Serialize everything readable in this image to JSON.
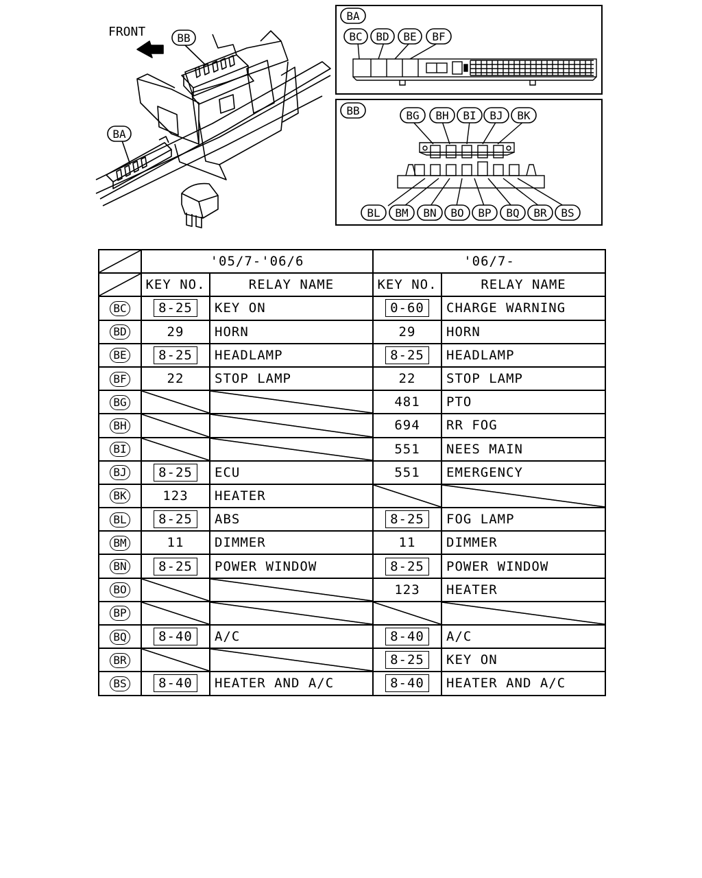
{
  "diagram": {
    "front_label": "FRONT",
    "overview_labels": {
      "bb": "BB",
      "ba": "BA"
    },
    "panel_ba": {
      "title": "BA",
      "labels": [
        "BC",
        "BD",
        "BE",
        "BF"
      ]
    },
    "panel_bb": {
      "title": "BB",
      "top_labels": [
        "BG",
        "BH",
        "BI",
        "BJ",
        "BK"
      ],
      "bottom_labels": [
        "BL",
        "BM",
        "BN",
        "BO",
        "BP",
        "BQ",
        "BR",
        "BS"
      ]
    }
  },
  "table": {
    "period_1": "'05/7-'06/6",
    "period_2": "'06/7-",
    "col_key": "KEY NO.",
    "col_relay": "RELAY NAME",
    "rows": [
      {
        "code": "BC",
        "key1": "8-25",
        "key1_boxed": true,
        "name1": "KEY ON",
        "key2": "0-60",
        "key2_boxed": true,
        "name2": "CHARGE WARNING"
      },
      {
        "code": "BD",
        "key1": "29",
        "key1_boxed": false,
        "name1": "HORN",
        "key2": "29",
        "key2_boxed": false,
        "name2": "HORN"
      },
      {
        "code": "BE",
        "key1": "8-25",
        "key1_boxed": true,
        "name1": "HEADLAMP",
        "key2": "8-25",
        "key2_boxed": true,
        "name2": "HEADLAMP"
      },
      {
        "code": "BF",
        "key1": "22",
        "key1_boxed": false,
        "name1": "STOP LAMP",
        "key2": "22",
        "key2_boxed": false,
        "name2": "STOP LAMP"
      },
      {
        "code": "BG",
        "key1": "",
        "key1_boxed": false,
        "name1": "",
        "key2": "481",
        "key2_boxed": false,
        "name2": "PTO"
      },
      {
        "code": "BH",
        "key1": "",
        "key1_boxed": false,
        "name1": "",
        "key2": "694",
        "key2_boxed": false,
        "name2": "RR FOG"
      },
      {
        "code": "BI",
        "key1": "",
        "key1_boxed": false,
        "name1": "",
        "key2": "551",
        "key2_boxed": false,
        "name2": "NEES MAIN"
      },
      {
        "code": "BJ",
        "key1": "8-25",
        "key1_boxed": true,
        "name1": "ECU",
        "key2": "551",
        "key2_boxed": false,
        "name2": "EMERGENCY"
      },
      {
        "code": "BK",
        "key1": "123",
        "key1_boxed": false,
        "name1": "HEATER",
        "key2": "",
        "key2_boxed": false,
        "name2": ""
      },
      {
        "code": "BL",
        "key1": "8-25",
        "key1_boxed": true,
        "name1": "ABS",
        "key2": "8-25",
        "key2_boxed": true,
        "name2": "FOG LAMP"
      },
      {
        "code": "BM",
        "key1": "11",
        "key1_boxed": false,
        "name1": "DIMMER",
        "key2": "11",
        "key2_boxed": false,
        "name2": "DIMMER"
      },
      {
        "code": "BN",
        "key1": "8-25",
        "key1_boxed": true,
        "name1": "POWER WINDOW",
        "key2": "8-25",
        "key2_boxed": true,
        "name2": "POWER WINDOW"
      },
      {
        "code": "BO",
        "key1": "",
        "key1_boxed": false,
        "name1": "",
        "key2": "123",
        "key2_boxed": false,
        "name2": "HEATER"
      },
      {
        "code": "BP",
        "key1": "",
        "key1_boxed": false,
        "name1": "",
        "key2": "",
        "key2_boxed": false,
        "name2": ""
      },
      {
        "code": "BQ",
        "key1": "8-40",
        "key1_boxed": true,
        "name1": "A/C",
        "key2": "8-40",
        "key2_boxed": true,
        "name2": "A/C"
      },
      {
        "code": "BR",
        "key1": "",
        "key1_boxed": false,
        "name1": "",
        "key2": "8-25",
        "key2_boxed": true,
        "name2": "KEY ON"
      },
      {
        "code": "BS",
        "key1": "8-40",
        "key1_boxed": true,
        "name1": "HEATER AND A/C",
        "key2": "8-40",
        "key2_boxed": true,
        "name2": "HEATER AND A/C"
      }
    ]
  }
}
